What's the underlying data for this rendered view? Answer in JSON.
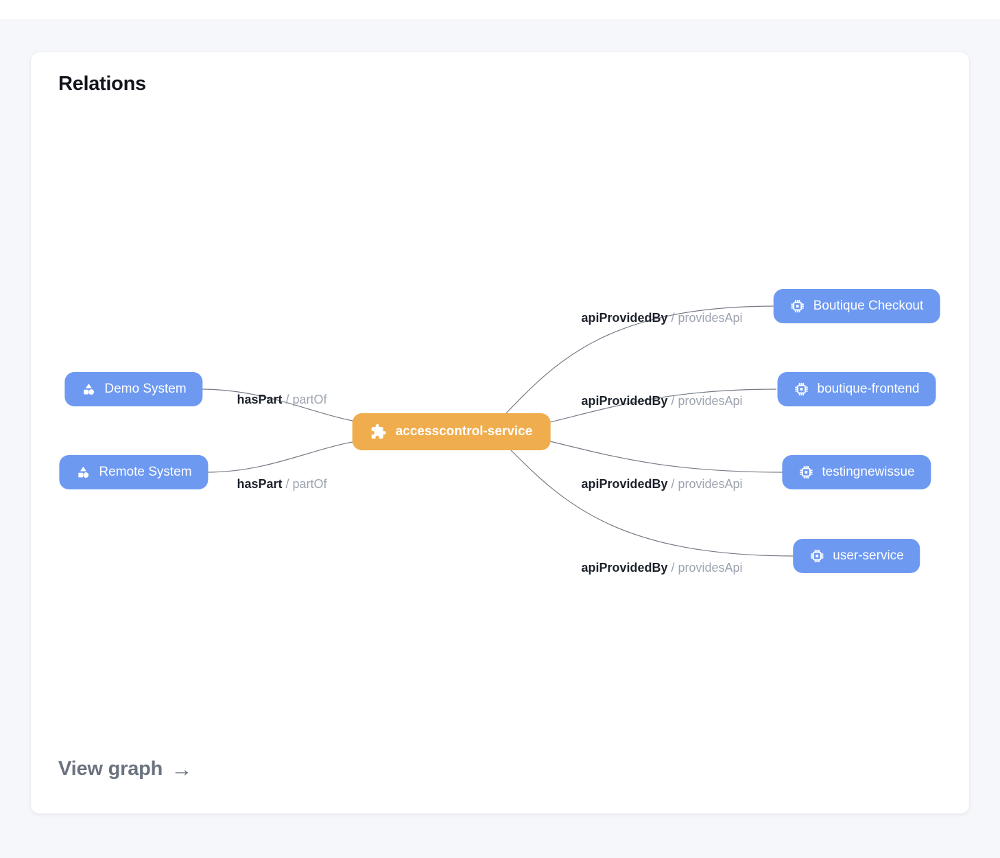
{
  "card": {
    "title": "Relations",
    "view_graph_label": "View graph",
    "arrow_glyph": "→"
  },
  "colors": {
    "page_background": "#f6f7fb",
    "top_strip": "#ffffff",
    "card_background": "#ffffff",
    "node_blue": "#6d99f1",
    "node_orange": "#f0ad4e",
    "edge_line": "#757a84",
    "edge_label_primary": "#1c212b",
    "edge_label_secondary": "#9ca3af",
    "footer_link": "#6b7280"
  },
  "graph": {
    "center_node": {
      "label": "accesscontrol-service",
      "icon": "puzzle-icon"
    },
    "left_nodes": [
      {
        "label": "Demo System",
        "icon": "shapes-icon"
      },
      {
        "label": "Remote System",
        "icon": "shapes-icon"
      }
    ],
    "right_nodes": [
      {
        "label": "Boutique Checkout",
        "icon": "chip-icon"
      },
      {
        "label": "boutique-frontend",
        "icon": "chip-icon"
      },
      {
        "label": "testingnewissue",
        "icon": "chip-icon"
      },
      {
        "label": "user-service",
        "icon": "chip-icon"
      }
    ],
    "edge_labels": [
      {
        "primary": "hasPart",
        "secondary": "/ partOf"
      },
      {
        "primary": "hasPart",
        "secondary": "/ partOf"
      },
      {
        "primary": "apiProvidedBy",
        "secondary": "/ providesApi"
      },
      {
        "primary": "apiProvidedBy",
        "secondary": "/ providesApi"
      },
      {
        "primary": "apiProvidedBy",
        "secondary": "/ providesApi"
      },
      {
        "primary": "apiProvidedBy",
        "secondary": "/ providesApi"
      }
    ]
  }
}
